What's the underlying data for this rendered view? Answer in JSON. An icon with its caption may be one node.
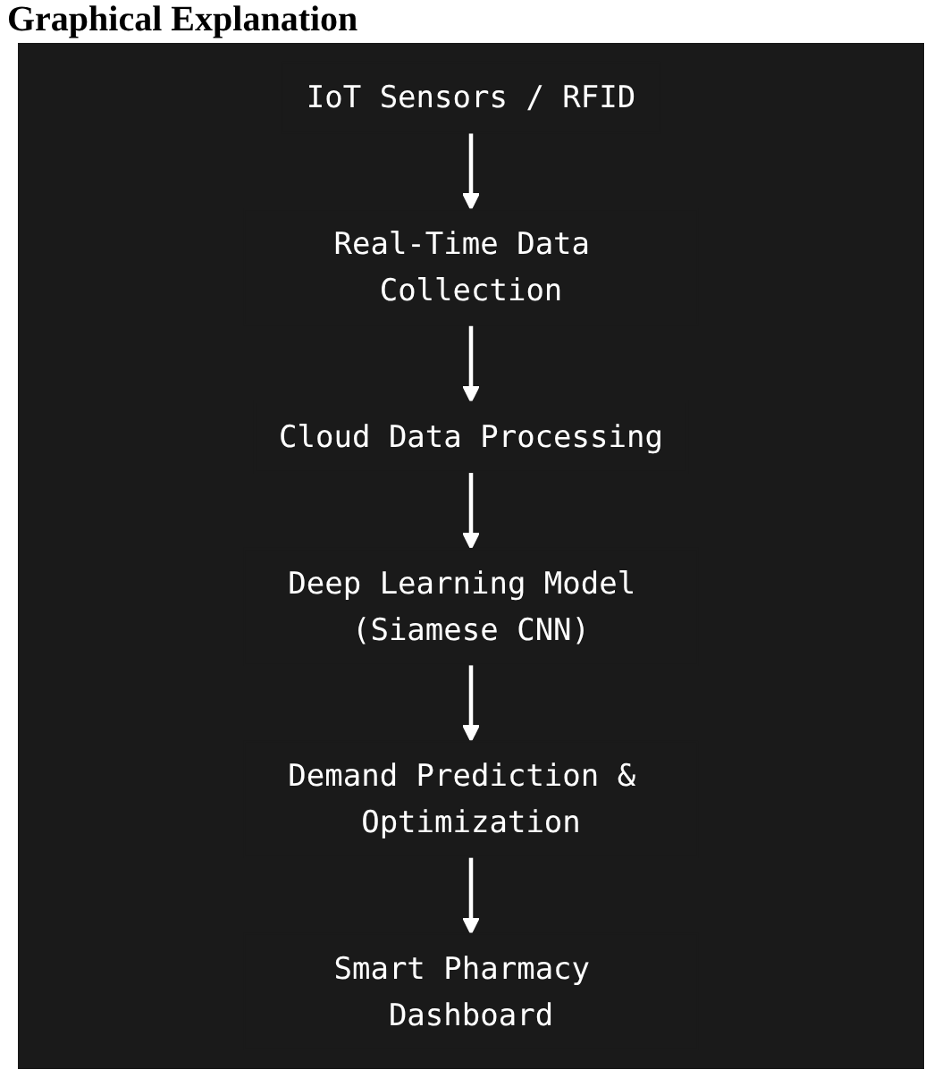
{
  "diagram": {
    "title": "Graphical Explanation",
    "nodes": [
      {
        "text": [
          "IoT Sensors / RFID"
        ]
      },
      {
        "text": [
          "Real-Time Data Collection"
        ]
      },
      {
        "text": [
          "Cloud Data Processing"
        ]
      },
      {
        "text": [
          "Deep Learning Model (Siamese CNN)"
        ]
      },
      {
        "text": [
          "Demand Prediction & Optimization"
        ]
      },
      {
        "text": [
          "Smart Pharmacy Dashboard"
        ]
      }
    ],
    "edges": [
      {
        "from": 0,
        "to": 1,
        "arrow": "to"
      },
      {
        "from": 1,
        "to": 2,
        "arrow": "to"
      },
      {
        "from": 2,
        "to": 3,
        "arrow": "to"
      },
      {
        "from": 3,
        "to": 4,
        "arrow": "to"
      },
      {
        "from": 4,
        "to": 5,
        "arrow": "to"
      }
    ]
  }
}
